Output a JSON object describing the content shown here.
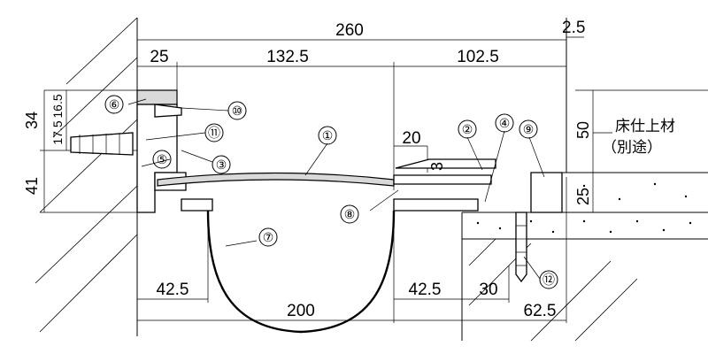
{
  "dimensions": {
    "d260": "260",
    "d2_5": "2.5",
    "d25_top": "25",
    "d132_5": "132.5",
    "d102_5": "102.5",
    "d34": "34",
    "d16_5": "16.5",
    "d17_5": "17.5",
    "d41": "41",
    "d20": "20",
    "d3": "3",
    "d50": "50",
    "d25_right": "25",
    "d42_5_left": "42.5",
    "d200": "200",
    "d42_5_right": "42.5",
    "d30": "30",
    "d62_5": "62.5"
  },
  "callouts": [
    "①",
    "②",
    "③",
    "④",
    "⑤",
    "⑥",
    "⑦",
    "⑧",
    "⑨",
    "⑩",
    "⑪",
    "⑫"
  ],
  "note": {
    "line1": "床仕上材",
    "line2": "（別途）"
  }
}
